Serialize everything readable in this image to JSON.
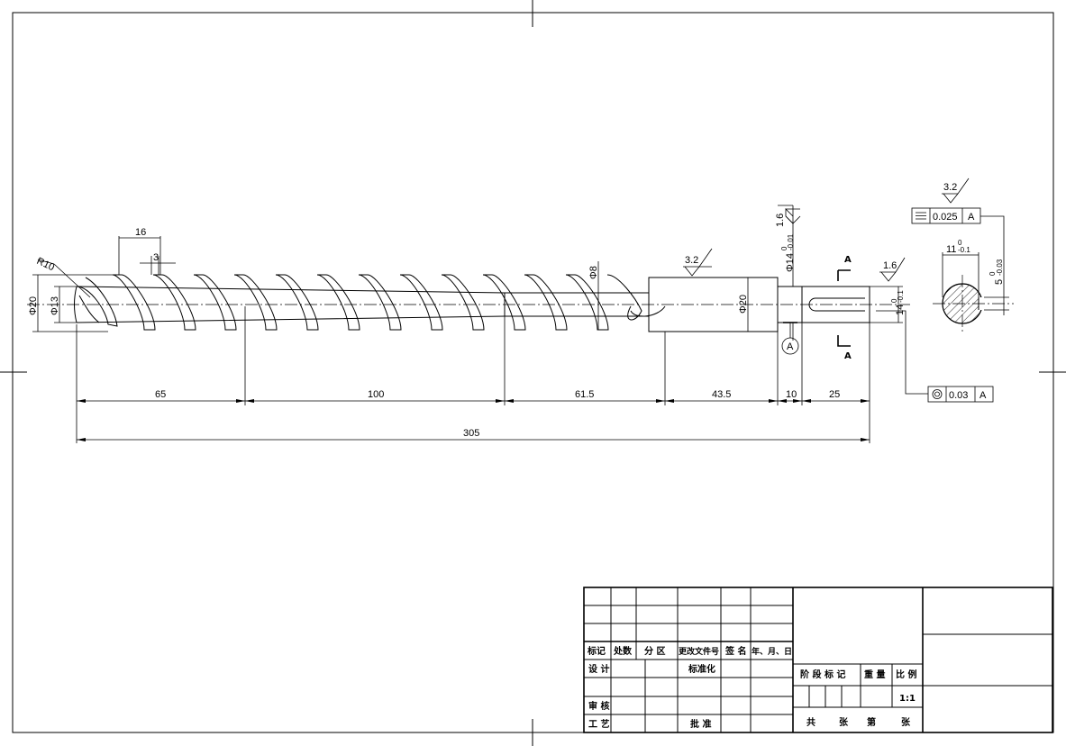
{
  "dimensions": {
    "r10": "R10",
    "d20_left": "Φ20",
    "d13": "Φ13",
    "w16": "16",
    "w3": "3",
    "d8": "Φ8",
    "d20_right": "Φ20",
    "d14": "Φ14",
    "d14_tol_upper": "0",
    "d14_tol_lower": "-0.01",
    "key_width": "14",
    "key_width_tol_upper": "0",
    "key_width_tol_lower": "-0.1",
    "sec_11": "11",
    "sec_11_tol_upper": "0",
    "sec_11_tol_lower": "-0.1",
    "sec_5": "5",
    "sec_5_tol_upper": "0",
    "sec_5_tol_lower": "-0.03",
    "len_65": "65",
    "len_100": "100",
    "len_61_5": "61.5",
    "len_43_5": "43.5",
    "len_10": "10",
    "len_25": "25",
    "len_305": "305"
  },
  "surface_finish": {
    "s1": "3.2",
    "s2": "1.6",
    "s3": "1.6",
    "s4": "3.2"
  },
  "tolerances": {
    "symmetry_value": "0.025",
    "symmetry_datum": "A",
    "concentricity_value": "0.03",
    "concentricity_datum": "A"
  },
  "labels": {
    "datum_letter": "A",
    "section_mark_top": "A",
    "section_mark_bottom": "A"
  },
  "title_block": {
    "h_mark": "标记",
    "h_count": "处数",
    "h_zone": "分 区",
    "h_docno": "更改文件号",
    "h_sign": "签 名",
    "h_date": "年、月、日",
    "design": "设 计",
    "standardize": "标准化",
    "review": "审 核",
    "process": "工 艺",
    "approve": "批 准",
    "stage_mark": "阶 段 标 记",
    "weight": "重 量",
    "ratio": "比 例",
    "scale": "1:1",
    "total": "共",
    "sheets1": "张",
    "page": "第",
    "sheets2": "张"
  }
}
